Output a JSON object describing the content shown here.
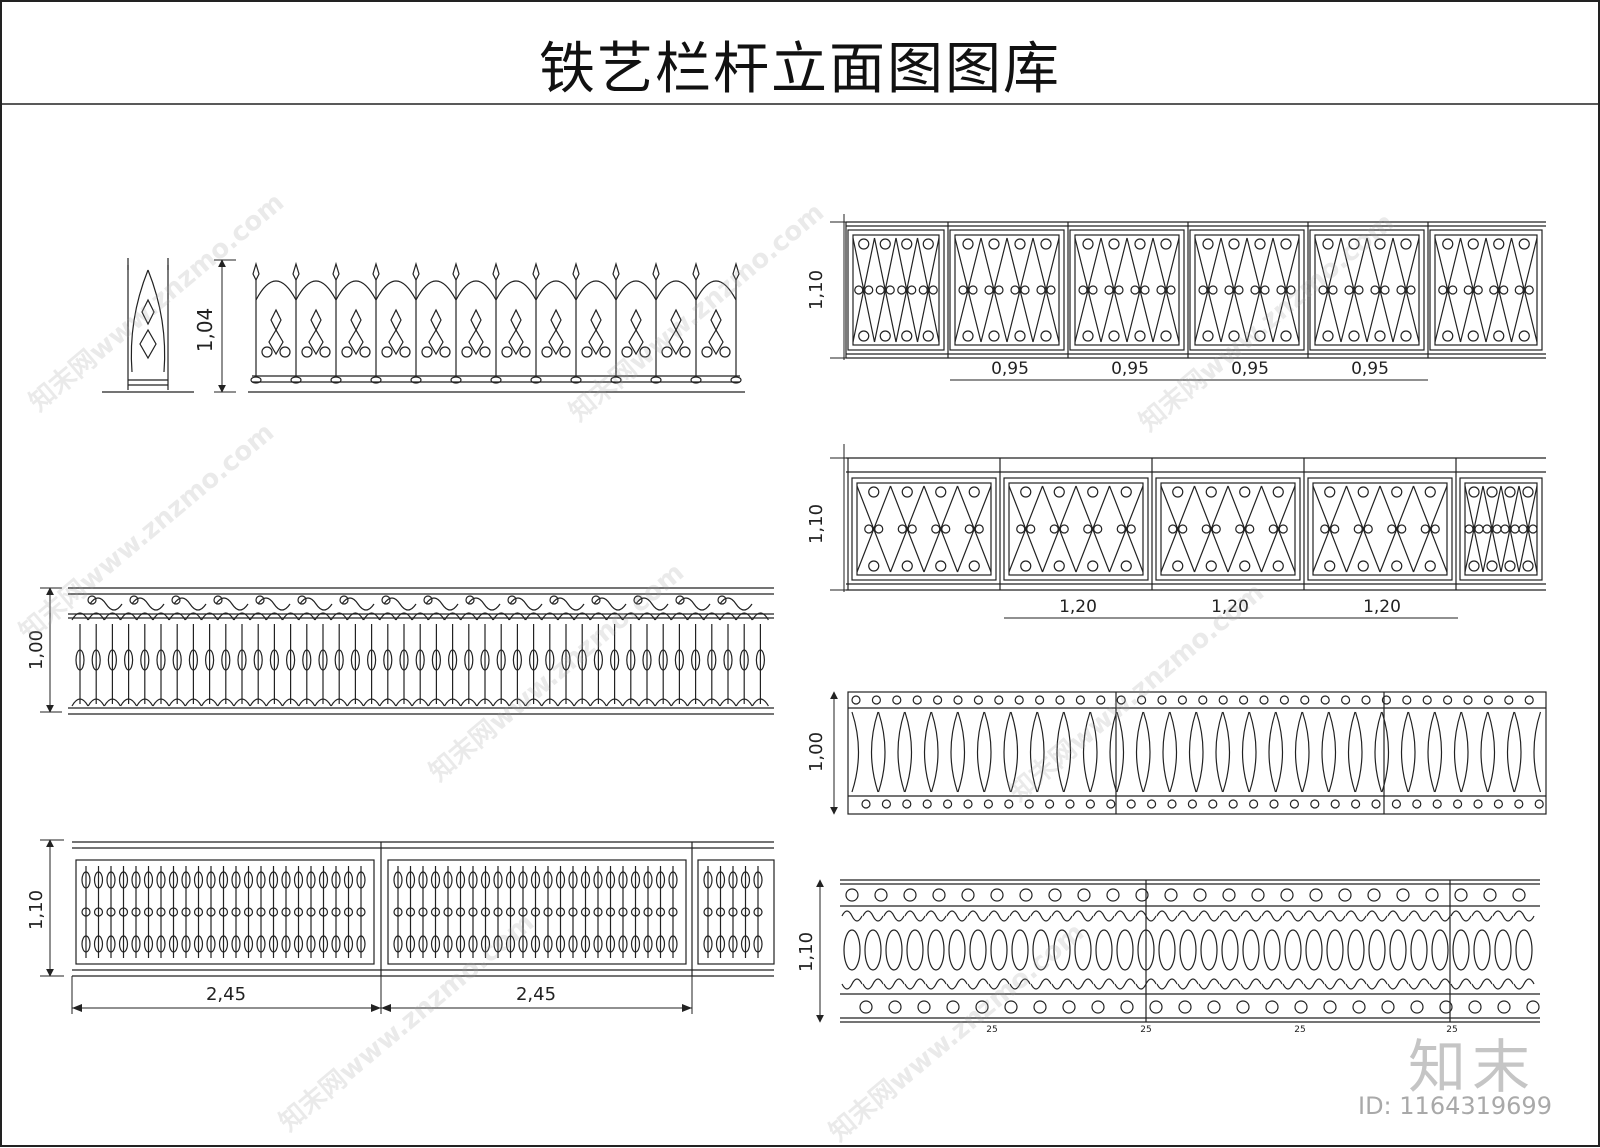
{
  "title": "铁艺栏杆立面图图库",
  "panels": {
    "gothic": {
      "height": "1,04"
    },
    "top_right": {
      "height": "1,10",
      "spans": [
        "0,95",
        "0,95",
        "0,95",
        "0,95"
      ]
    },
    "mid_right": {
      "height": "1,10",
      "spans": [
        "1,20",
        "1,20",
        "1,20"
      ]
    },
    "arch": {
      "height": "1,00"
    },
    "lower_right": {
      "height": "1,00"
    },
    "baluster": {
      "height": "1,10",
      "spans": [
        "2,45",
        "2,45"
      ]
    },
    "scroll": {
      "height": "1,10",
      "small_labels": [
        "25",
        "25",
        "25",
        "25"
      ]
    }
  },
  "watermark": {
    "text": "知末网www.znzmo.com"
  },
  "logo": {
    "text": "知末",
    "id": "ID: 1164319699"
  },
  "colors": {
    "line": "#222222",
    "watermark": "#a0a0a0"
  }
}
